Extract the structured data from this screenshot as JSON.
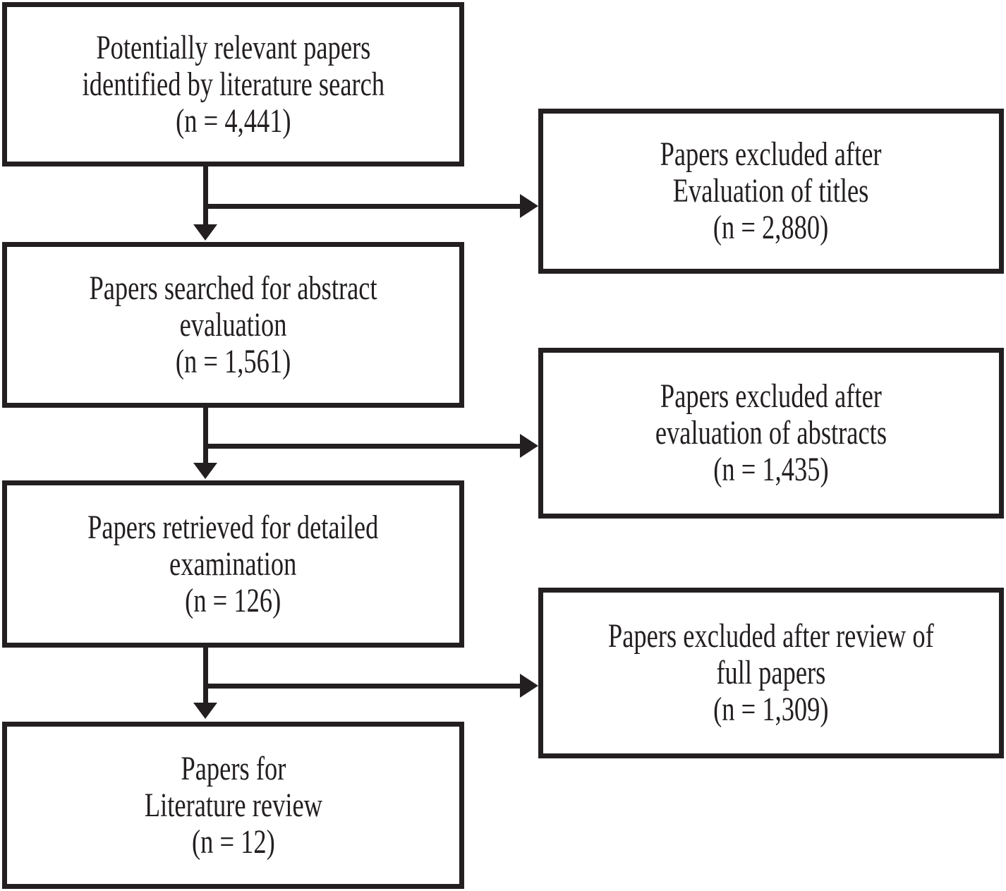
{
  "flowchart": {
    "colors": {
      "line": "#231f20",
      "text": "#231f20",
      "background": "#ffffff"
    },
    "main_path": [
      {
        "id": "identified",
        "lines": [
          "Potentially relevant papers",
          "identified by literature search",
          "(n = 4,441)"
        ],
        "n": "4,441"
      },
      {
        "id": "abstract_evaluation",
        "lines": [
          "Papers searched for abstract",
          "evaluation",
          "(n = 1,561)"
        ],
        "n": "1,561"
      },
      {
        "id": "detailed_examination",
        "lines": [
          "Papers retrieved for detailed",
          "examination",
          "(n = 126)"
        ],
        "n": "126"
      },
      {
        "id": "literature_review",
        "lines": [
          "Papers for",
          "Literature review",
          "(n = 12)"
        ],
        "n": "12"
      }
    ],
    "excluded_path": [
      {
        "id": "excluded_titles",
        "lines": [
          "Papers excluded after",
          "Evaluation of titles",
          "(n = 2,880)"
        ],
        "n": "2,880"
      },
      {
        "id": "excluded_abstracts",
        "lines": [
          "Papers excluded after",
          "evaluation of abstracts",
          "(n = 1,435)"
        ],
        "n": "1,435"
      },
      {
        "id": "excluded_full_papers",
        "lines": [
          "Papers excluded after review of",
          "full papers",
          "(n = 1,309)"
        ],
        "n": "1,309"
      }
    ],
    "edges": [
      {
        "from": "identified",
        "to": "abstract_evaluation",
        "direction": "down"
      },
      {
        "from": "identified",
        "to": "excluded_titles",
        "direction": "right"
      },
      {
        "from": "abstract_evaluation",
        "to": "detailed_examination",
        "direction": "down"
      },
      {
        "from": "abstract_evaluation",
        "to": "excluded_abstracts",
        "direction": "right"
      },
      {
        "from": "detailed_examination",
        "to": "literature_review",
        "direction": "down"
      },
      {
        "from": "detailed_examination",
        "to": "excluded_full_papers",
        "direction": "right"
      }
    ]
  }
}
